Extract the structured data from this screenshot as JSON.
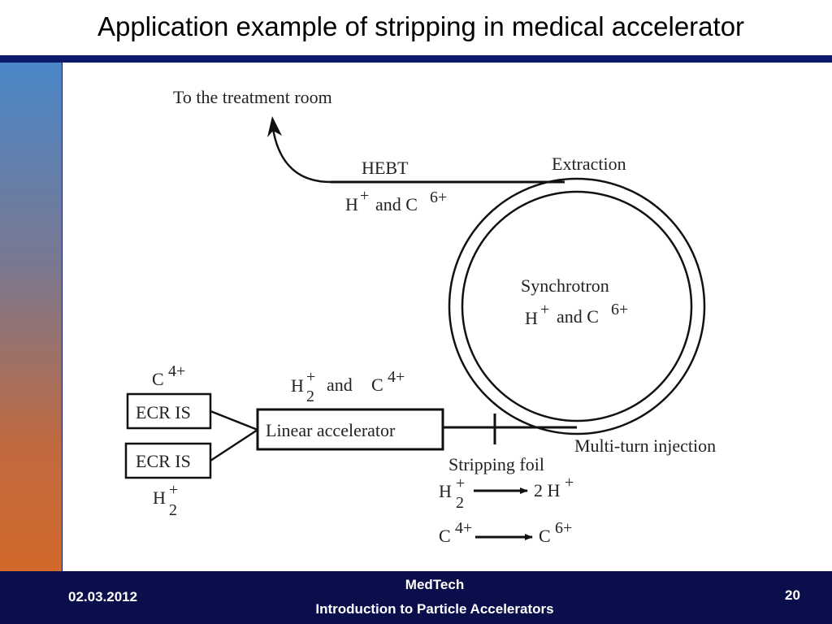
{
  "slide": {
    "title": "Application example of stripping in medical accelerator"
  },
  "diagram": {
    "to_treatment": "To the treatment room",
    "hebt": "HEBT",
    "hebt_ions": {
      "h": "H",
      "h_sup": "+",
      "and": "and C",
      "c_sup": "6+"
    },
    "extraction": "Extraction",
    "synchrotron": "Synchrotron",
    "sync_ions": {
      "h": "H",
      "h_sup": "+",
      "and": "and C",
      "c_sup": "6+"
    },
    "c4_label": {
      "c": "C",
      "sup": "4+"
    },
    "ecr_top": "ECR IS",
    "ecr_bottom": "ECR IS",
    "h2_label": {
      "h": "H",
      "sup": "+",
      "sub": "2"
    },
    "linac_ions": {
      "h": "H",
      "h_sup": "+",
      "h_sub": "2",
      "and": "and",
      "c": "C",
      "c_sup": "4+"
    },
    "linac": "Linear accelerator",
    "multi_turn": "Multi-turn injection",
    "stripping_foil": "Stripping foil",
    "reaction1": {
      "lhs": "H",
      "lhs_sup": "+",
      "lhs_sub": "2",
      "rhs": "2 H",
      "rhs_sup": "+"
    },
    "reaction2": {
      "lhs": "C",
      "lhs_sup": "4+",
      "rhs": "C",
      "rhs_sup": "6+"
    }
  },
  "footer": {
    "date": "02.03.2012",
    "line1": "MedTech",
    "line2": "Introduction to Particle Accelerators",
    "page": "20"
  },
  "colors": {
    "title_rule": "#0d1a6b",
    "footer_bg": "#0a0e4a",
    "sidebar_top": "#4a86c8",
    "sidebar_bottom": "#d2682a"
  }
}
